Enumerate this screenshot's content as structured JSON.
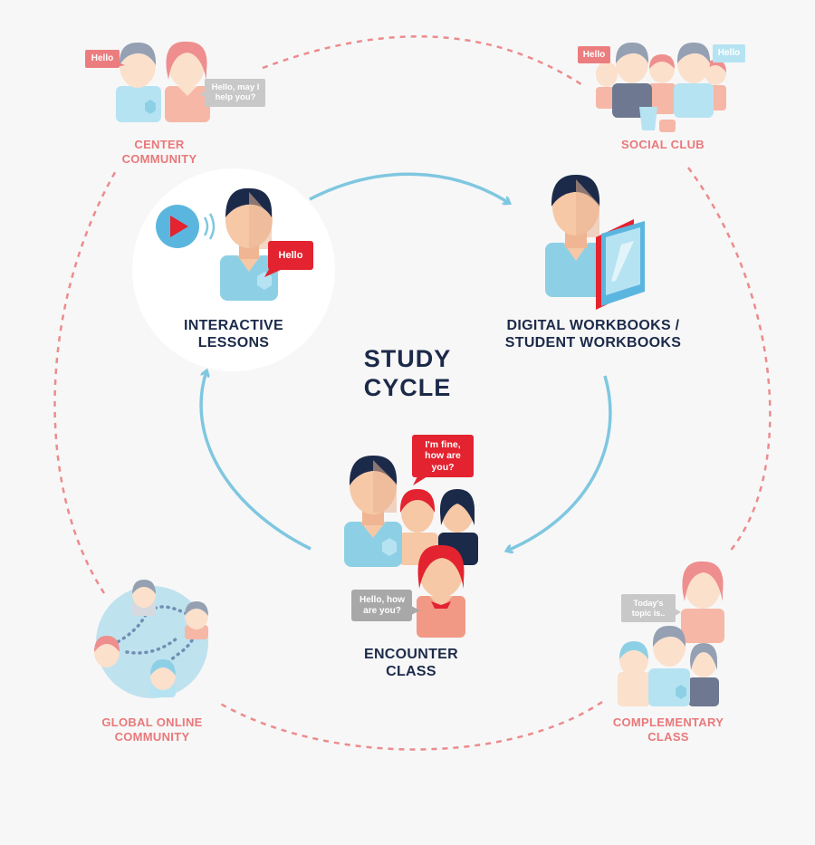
{
  "title_lines": [
    "STUDY",
    "CYCLE"
  ],
  "inner_nodes": {
    "interactive_lessons": [
      "INTERACTIVE",
      "LESSONS"
    ],
    "digital_workbooks": [
      "DIGITAL WORKBOOKS /",
      "STUDENT WORKBOOKS"
    ],
    "encounter_class": [
      "ENCOUNTER",
      "CLASS"
    ]
  },
  "outer_nodes": {
    "center_community": [
      "CENTER",
      "COMMUNITY"
    ],
    "social_club": [
      "SOCIAL CLUB"
    ],
    "global_online_community": [
      "GLOBAL ONLINE",
      "COMMUNITY"
    ],
    "complementary_class": [
      "COMPLEMENTARY",
      "CLASS"
    ]
  },
  "bubbles": {
    "center_hello": "Hello",
    "center_help": "Hello, may I help you?",
    "social_hello_left": "Hello",
    "social_hello_right": "Hello",
    "lessons_hello": "Hello",
    "encounter_fine": "I'm fine, how are you?",
    "encounter_hello": "Hello, how are you?",
    "complementary_today": "Today's topic is.."
  },
  "colors": {
    "accent_red": "#e3232f",
    "coral": "#e9787a",
    "navy": "#1c2a4a",
    "light_blue": "#7fc7e0",
    "skin": "#f6c8a6",
    "grey": "#9a9a9a"
  }
}
